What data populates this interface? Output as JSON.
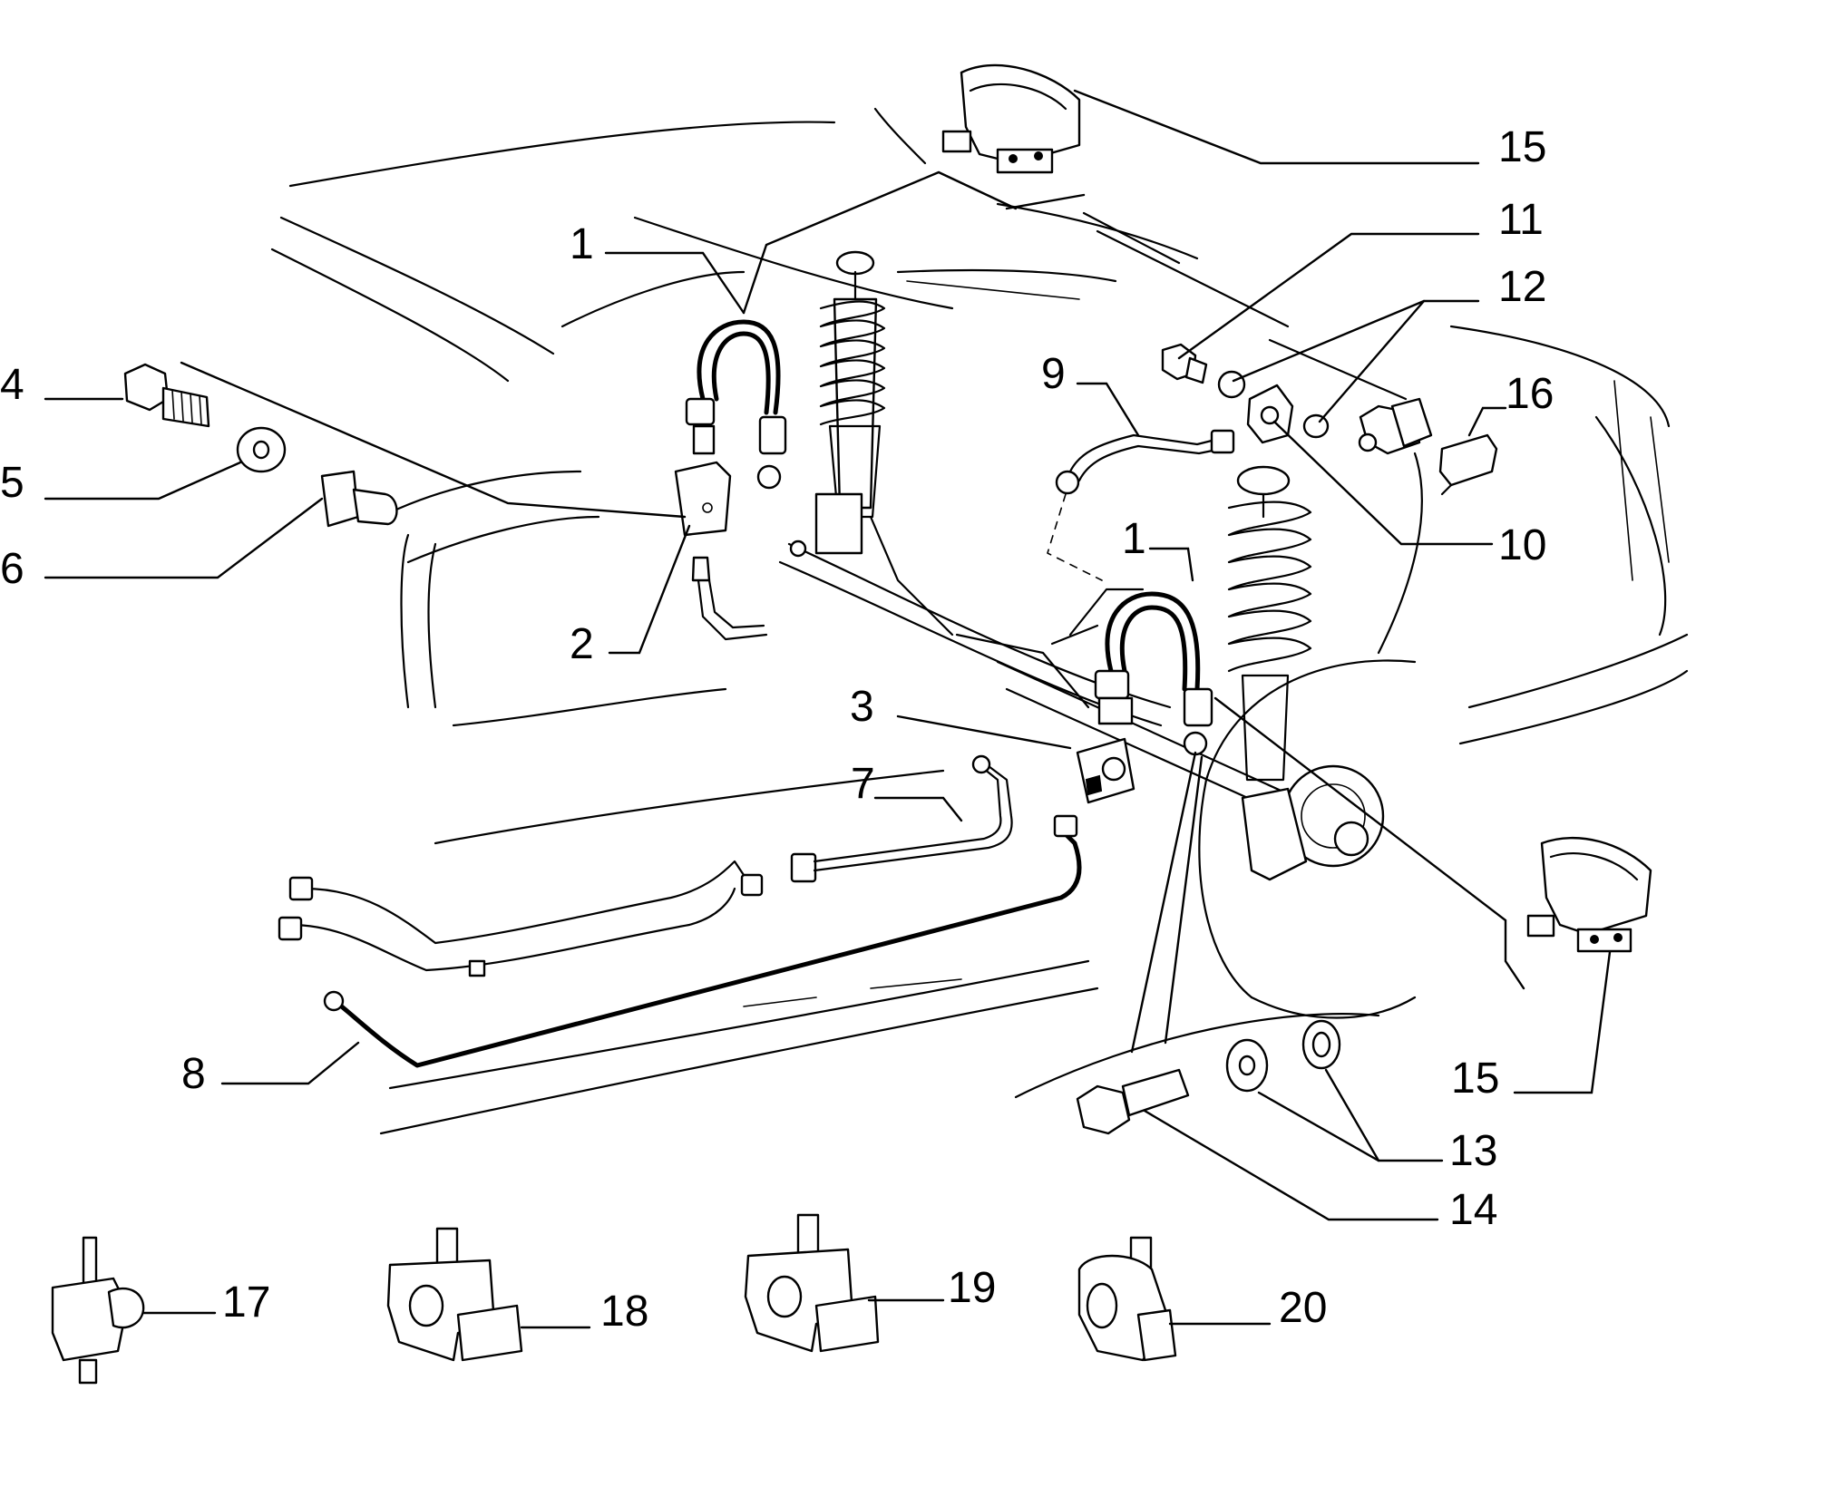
{
  "callouts": {
    "c1a": "1",
    "c1b": "1",
    "c2": "2",
    "c3": "3",
    "c4": "4",
    "c5": "5",
    "c6": "6",
    "c7": "7",
    "c8": "8",
    "c9": "9",
    "c10": "10",
    "c11": "11",
    "c12": "12",
    "c13": "13",
    "c14": "14",
    "c15a": "15",
    "c15b": "15",
    "c16": "16",
    "c17": "17",
    "c18": "18",
    "c19": "19",
    "c20": "20"
  },
  "colors": {
    "line": "#000000",
    "background": "#ffffff"
  }
}
